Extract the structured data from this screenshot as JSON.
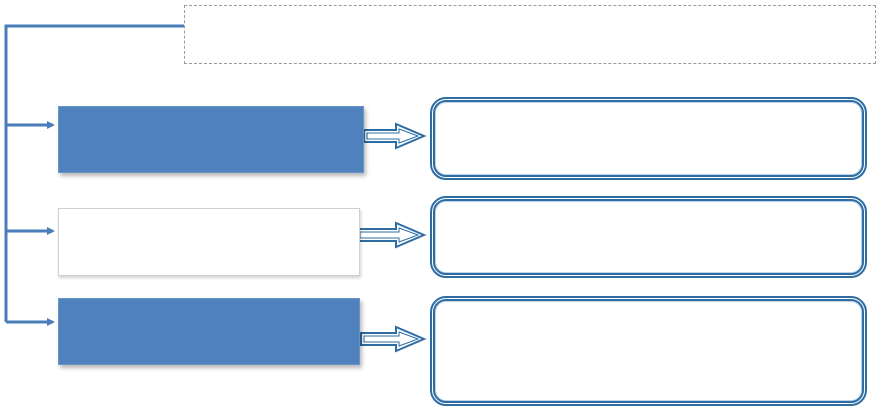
{
  "diagram": {
    "header": {
      "text": ""
    },
    "rows": [
      {
        "left_text": "",
        "left_style": "filled",
        "right_text": ""
      },
      {
        "left_text": "",
        "left_style": "outline",
        "right_text": ""
      },
      {
        "left_text": "",
        "left_style": "filled",
        "right_text": ""
      }
    ]
  },
  "colors": {
    "accent": "#4f81bd",
    "connector": "#4a7ebb",
    "border": "#2e6da4"
  }
}
